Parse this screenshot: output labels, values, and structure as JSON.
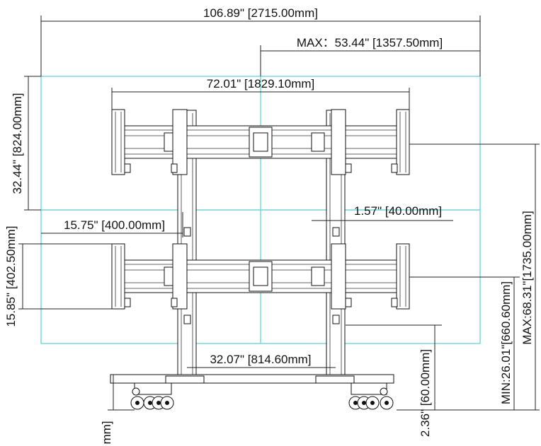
{
  "dimensions": {
    "overall_width": "106.89\" [2715.00mm]",
    "max_half_width": "MAX：53.44\" [1357.50mm]",
    "mount_width": "72.01\" [1829.10mm]",
    "screen_height": "32.44\" [824.00mm]",
    "vertical_spacing": "15.75\" [400.00mm]",
    "upright_width": "1.57\" [40.00mm]",
    "mount_height": "15.85\" [402.50mm]",
    "base_spacing": "32.07\" [814.60mm]",
    "min_height": "MIN:26.01\"[660.60mm]",
    "max_height": "MAX:68.31\"[1735.00mm]",
    "caster_height": "2.36\" [60.00mm]",
    "cut_label": "mm]"
  },
  "colors": {
    "screen_outline": "#6fd6dc",
    "line": "#222222"
  }
}
